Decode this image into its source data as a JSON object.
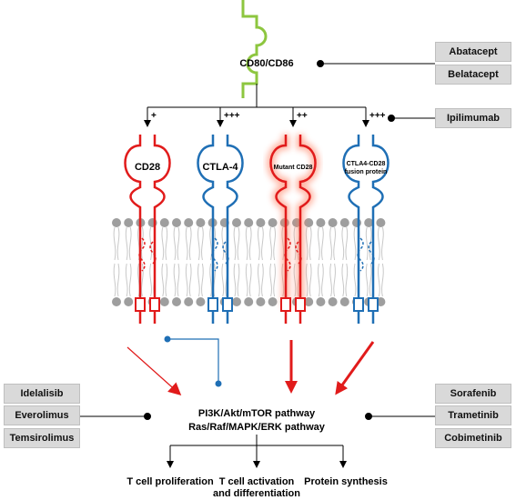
{
  "ligand": {
    "label": "CD80/CD86"
  },
  "drugs": {
    "top_right": [
      "Abatacept",
      "Belatacept"
    ],
    "mid_right": [
      "Ipilimumab"
    ],
    "left": [
      "Idelalisib",
      "Everolimus",
      "Temsirolimus"
    ],
    "right": [
      "Sorafenib",
      "Trametinib",
      "Cobimetinib"
    ]
  },
  "signals": [
    "+",
    "+++",
    "++",
    "+++"
  ],
  "receptors": [
    {
      "label": "CD28",
      "color": "#e11b1b"
    },
    {
      "label": "CTLA-4",
      "color": "#1f6fb5"
    },
    {
      "label": "Mutant CD28",
      "color": "#e11b1b",
      "glow": true
    },
    {
      "label_lines": [
        "CTLA4-CD28",
        "fusion protein"
      ],
      "color": "#1f6fb5"
    }
  ],
  "pathways": [
    "PI3K/Akt/mTOR pathway",
    "Ras/Raf/MAPK/ERK pathway"
  ],
  "outcomes": [
    {
      "lines": [
        "T cell proliferation"
      ]
    },
    {
      "lines": [
        "T cell activation",
        "and differentiation"
      ]
    },
    {
      "lines": [
        "Protein synthesis"
      ]
    }
  ],
  "colors": {
    "ligand": "#8dc63f",
    "red": "#e11b1b",
    "blue": "#1f6fb5",
    "membrane_head": "#9e9e9e",
    "drug_box": "#d9d9d9"
  }
}
